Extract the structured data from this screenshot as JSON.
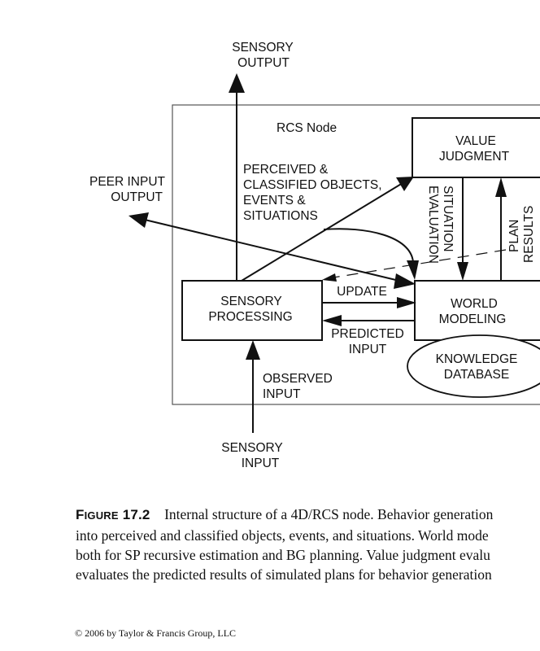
{
  "diagram": {
    "node_label": "RCS Node",
    "boxes": {
      "value_judgment": [
        "VALUE",
        "JUDGMENT"
      ],
      "sensory_processing": [
        "SENSORY",
        "PROCESSING"
      ],
      "world_modeling": [
        "WORLD",
        "MODELING"
      ],
      "knowledge_database": [
        "KNOWLEDGE",
        "DATABASE"
      ]
    },
    "labels": {
      "sensory_output": [
        "SENSORY",
        "OUTPUT"
      ],
      "peer_input_output": [
        "PEER INPUT",
        "OUTPUT"
      ],
      "perceived": [
        "PERCEIVED &",
        "CLASSIFIED OBJECTS,",
        "EVENTS &",
        "SITUATIONS"
      ],
      "situation_evaluation": [
        "SITUATION",
        "EVALUATION"
      ],
      "plan_results": [
        "PLAN",
        "RESULTS"
      ],
      "update": "UPDATE",
      "predicted_input": [
        "PREDICTED",
        "INPUT"
      ],
      "observed_input": [
        "OBSERVED",
        "INPUT"
      ],
      "sensory_input": [
        "SENSORY",
        "INPUT"
      ]
    }
  },
  "caption": {
    "figure_label_first": "F",
    "figure_label_smallcaps": "IGURE",
    "figure_number": "17.2",
    "lines": [
      "Internal structure of a 4D/RCS node. Behavior generation",
      "into perceived and classified objects, events, and situations. World mode",
      "both for SP recursive estimation and BG planning. Value judgment evalu",
      "evaluates the predicted results of simulated plans for behavior generation"
    ]
  },
  "footer": "© 2006 by Taylor & Francis Group, LLC"
}
